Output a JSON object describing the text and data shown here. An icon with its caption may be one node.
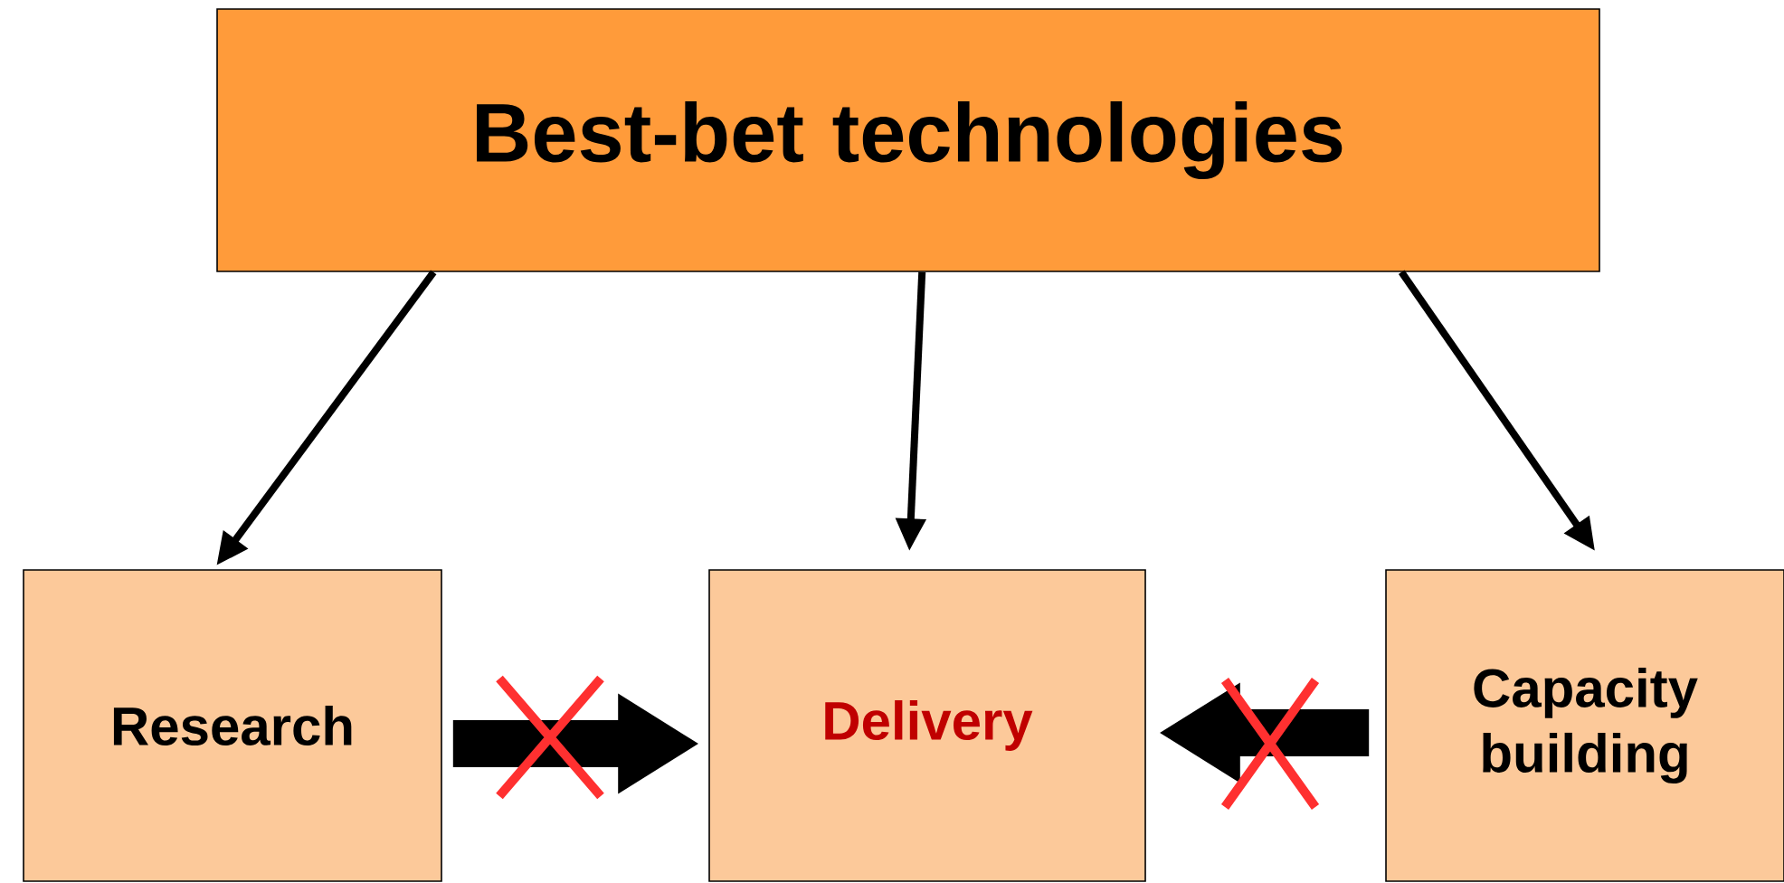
{
  "diagram": {
    "nodes": [
      {
        "text": [
          "Best-bet technologies"
        ]
      },
      {
        "text": [
          "Research"
        ]
      },
      {
        "text": [
          "Delivery"
        ]
      },
      {
        "text": [
          "Capacity building"
        ]
      }
    ],
    "edges": [
      {
        "from": 0,
        "to": 1,
        "arrow": "to"
      },
      {
        "from": 0,
        "to": 2,
        "arrow": "to"
      },
      {
        "from": 0,
        "to": 3,
        "arrow": "to"
      },
      {
        "from": 1,
        "to": 2,
        "arrow": "to",
        "style": "thick"
      },
      {
        "from": 3,
        "to": 2,
        "arrow": "to",
        "style": "thick"
      }
    ]
  }
}
